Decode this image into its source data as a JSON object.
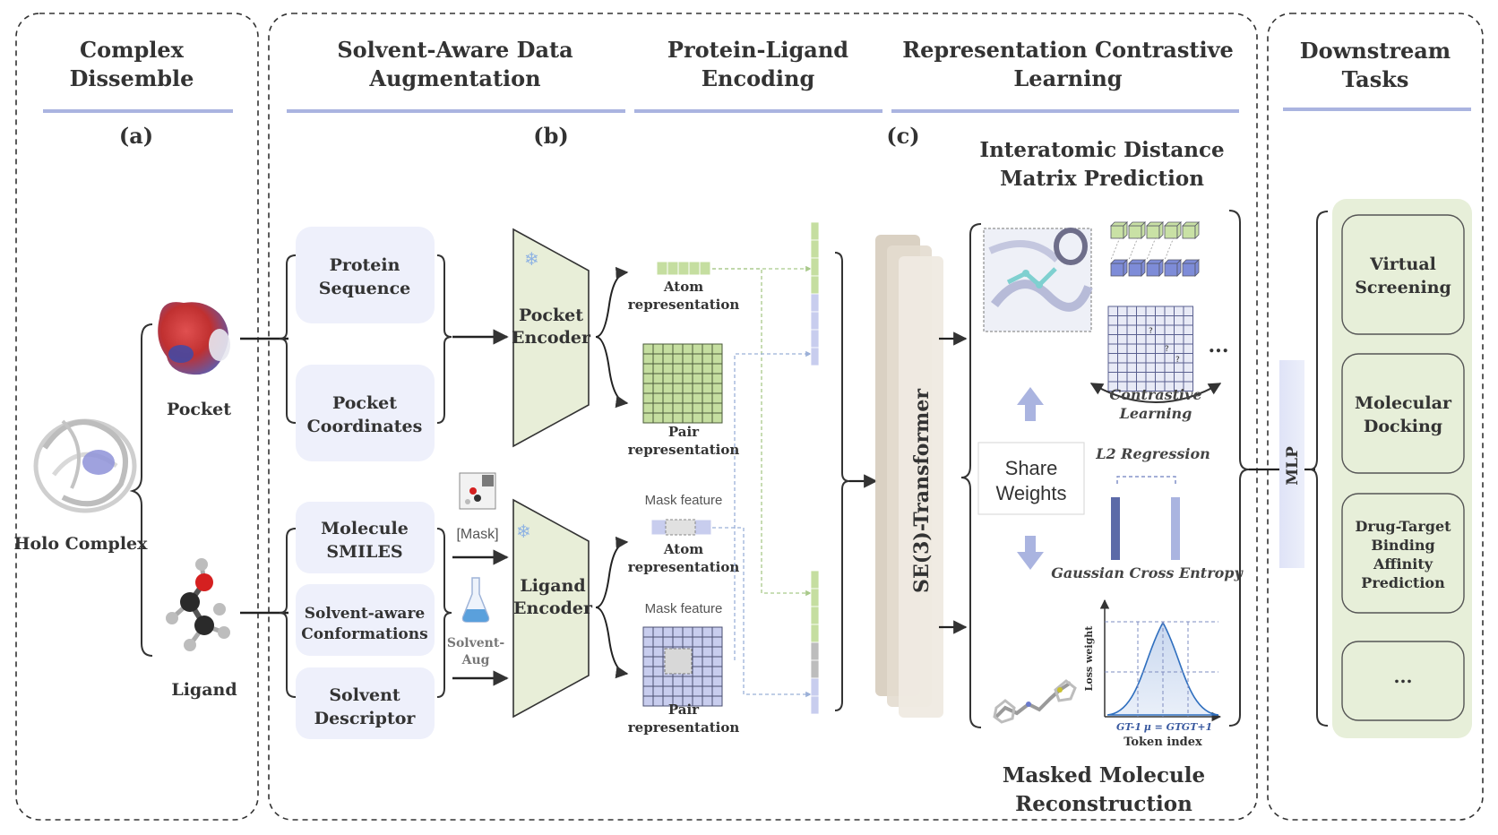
{
  "sections": {
    "a_title_1": "Complex",
    "a_title_2": "Dissemble",
    "b1_title_1": "Solvent-Aware Data",
    "b1_title_2": "Augmentation",
    "b2_title_1": "Protein-Ligand",
    "b2_title_2": "Encoding",
    "c_title_1": "Representation Contrastive",
    "c_title_2": "Learning",
    "d_title_1": "Downstream",
    "d_title_2": "Tasks"
  },
  "panel_labels": {
    "a": "(a)",
    "b": "(b)",
    "c": "(c)"
  },
  "complex": {
    "holo": "Holo Complex",
    "pocket": "Pocket",
    "ligand": "Ligand"
  },
  "inputs": {
    "protein_seq_1": "Protein",
    "protein_seq_2": "Sequence",
    "pocket_coord_1": "Pocket",
    "pocket_coord_2": "Coordinates",
    "mol_smiles_1": "Molecule",
    "mol_smiles_2": "SMILES",
    "solv_conf_1": "Solvent-aware",
    "solv_conf_2": "Conformations",
    "solv_desc_1": "Solvent",
    "solv_desc_2": "Descriptor",
    "mask_tag": "[Mask]",
    "solvent_aug_1": "Solvent-",
    "solvent_aug_2": "Aug"
  },
  "encoders": {
    "pocket_1": "Pocket",
    "pocket_2": "Encoder",
    "ligand_1": "Ligand",
    "ligand_2": "Encoder"
  },
  "reps": {
    "atom_1": "Atom",
    "atom_2": "representation",
    "pair_1": "Pair",
    "pair_2": "representation",
    "mask_feature": "Mask feature"
  },
  "transformer": "SE(3)-Transformer",
  "tasks_c": {
    "dist_title_1": "Interatomic Distance",
    "dist_title_2": "Matrix Prediction",
    "contrastive_1": "Contrastive",
    "contrastive_2": "Learning",
    "ellipsis": "...",
    "share_1": "Share",
    "share_2": "Weights",
    "l2": "L2 Regression",
    "gce": "Gaussian Cross Entropy",
    "loss_weight": "Loss weight",
    "token_index": "Token index",
    "tick_minus": "GT-1",
    "tick_mu": "μ = GT",
    "tick_plus": "GT+1",
    "mask_recon_1": "Masked Molecule",
    "mask_recon_2": "Reconstruction",
    "q_mark": "?"
  },
  "mlp": "MLP",
  "downstream": {
    "vs_1": "Virtual",
    "vs_2": "Screening",
    "md_1": "Molecular",
    "md_2": "Docking",
    "dt_1": "Drug-Target",
    "dt_2": "Binding",
    "dt_3": "Affinity",
    "dt_4": "Prediction",
    "more": "..."
  },
  "colors": {
    "rule": "#aab4e0",
    "input_box": "#eef0fb",
    "encoder": "#e8eed8",
    "atom_green": "#c5dea0",
    "pair_lilac": "#c8cdee",
    "transformer": "#d8cfc0",
    "downstream_bg": "#e7efd9",
    "mlp_box": "#dfe3f7"
  }
}
